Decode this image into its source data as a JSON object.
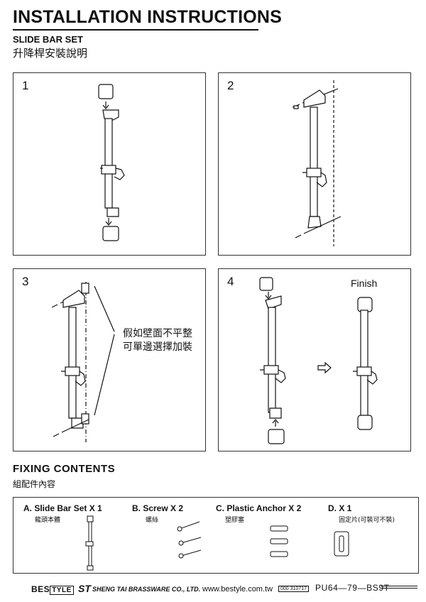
{
  "header": {
    "title": "INSTALLATION INSTRUCTIONS",
    "subtitle": "SLIDE BAR SET",
    "subtitle_cn": "升降桿安裝說明"
  },
  "steps": [
    {
      "number": "1"
    },
    {
      "number": "2"
    },
    {
      "number": "3",
      "note_line1": "假如壁面不平整",
      "note_line2": "可單邊選擇加裝"
    },
    {
      "number": "4",
      "finish_label": "Finish"
    }
  ],
  "fixing": {
    "title": "FIXING  CONTENTS",
    "subtitle": "組配件內容",
    "items": [
      {
        "label": "A. Slide Bar Set X 1",
        "sub": "龍頭本體"
      },
      {
        "label": "B. Screw  X 2",
        "sub": "螺絲"
      },
      {
        "label": "C. Plastic Anchor X 2",
        "sub": "塑膠塞"
      },
      {
        "label": "D.   X 1",
        "sub": "固定片(可裝可不裝)"
      }
    ]
  },
  "footer": {
    "brand_left": "BES",
    "brand_right": "TYLE",
    "st_logo": "ST",
    "company": "SHENG TAI BRASSWARE CO., LTD.",
    "website": "www.bestyle.com.tw",
    "code_box": "000 310717",
    "product_code": "PU64—79—BS9T"
  }
}
